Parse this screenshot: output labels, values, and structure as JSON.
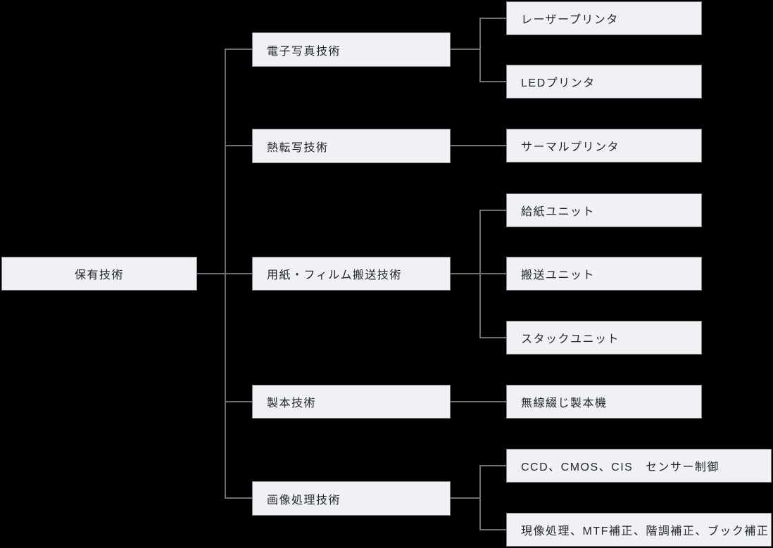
{
  "diagram": {
    "type": "tree",
    "root": {
      "label": "保有技術"
    },
    "branches": [
      {
        "label": "電子写真技術",
        "children": [
          {
            "label": "レーザープリンタ"
          },
          {
            "label": "LEDプリンタ"
          }
        ]
      },
      {
        "label": "熱転写技術",
        "children": [
          {
            "label": "サーマルプリンタ"
          }
        ]
      },
      {
        "label": "用紙・フィルム搬送技術",
        "children": [
          {
            "label": "給紙ユニット"
          },
          {
            "label": "搬送ユニット"
          },
          {
            "label": "スタックユニット"
          }
        ]
      },
      {
        "label": "製本技術",
        "children": [
          {
            "label": "無線綴じ製本機"
          }
        ]
      },
      {
        "label": "画像処理技術",
        "children": [
          {
            "label": "CCD、CMOS、CIS　センサー制御"
          },
          {
            "label": "現像処理、MTF補正、階調補正、ブック補正"
          }
        ]
      }
    ],
    "colors": {
      "background": "#000000",
      "node_fill": "#eff1f4",
      "node_border": "#83858a",
      "connector": "#6e7073",
      "text": "#24272b"
    }
  }
}
